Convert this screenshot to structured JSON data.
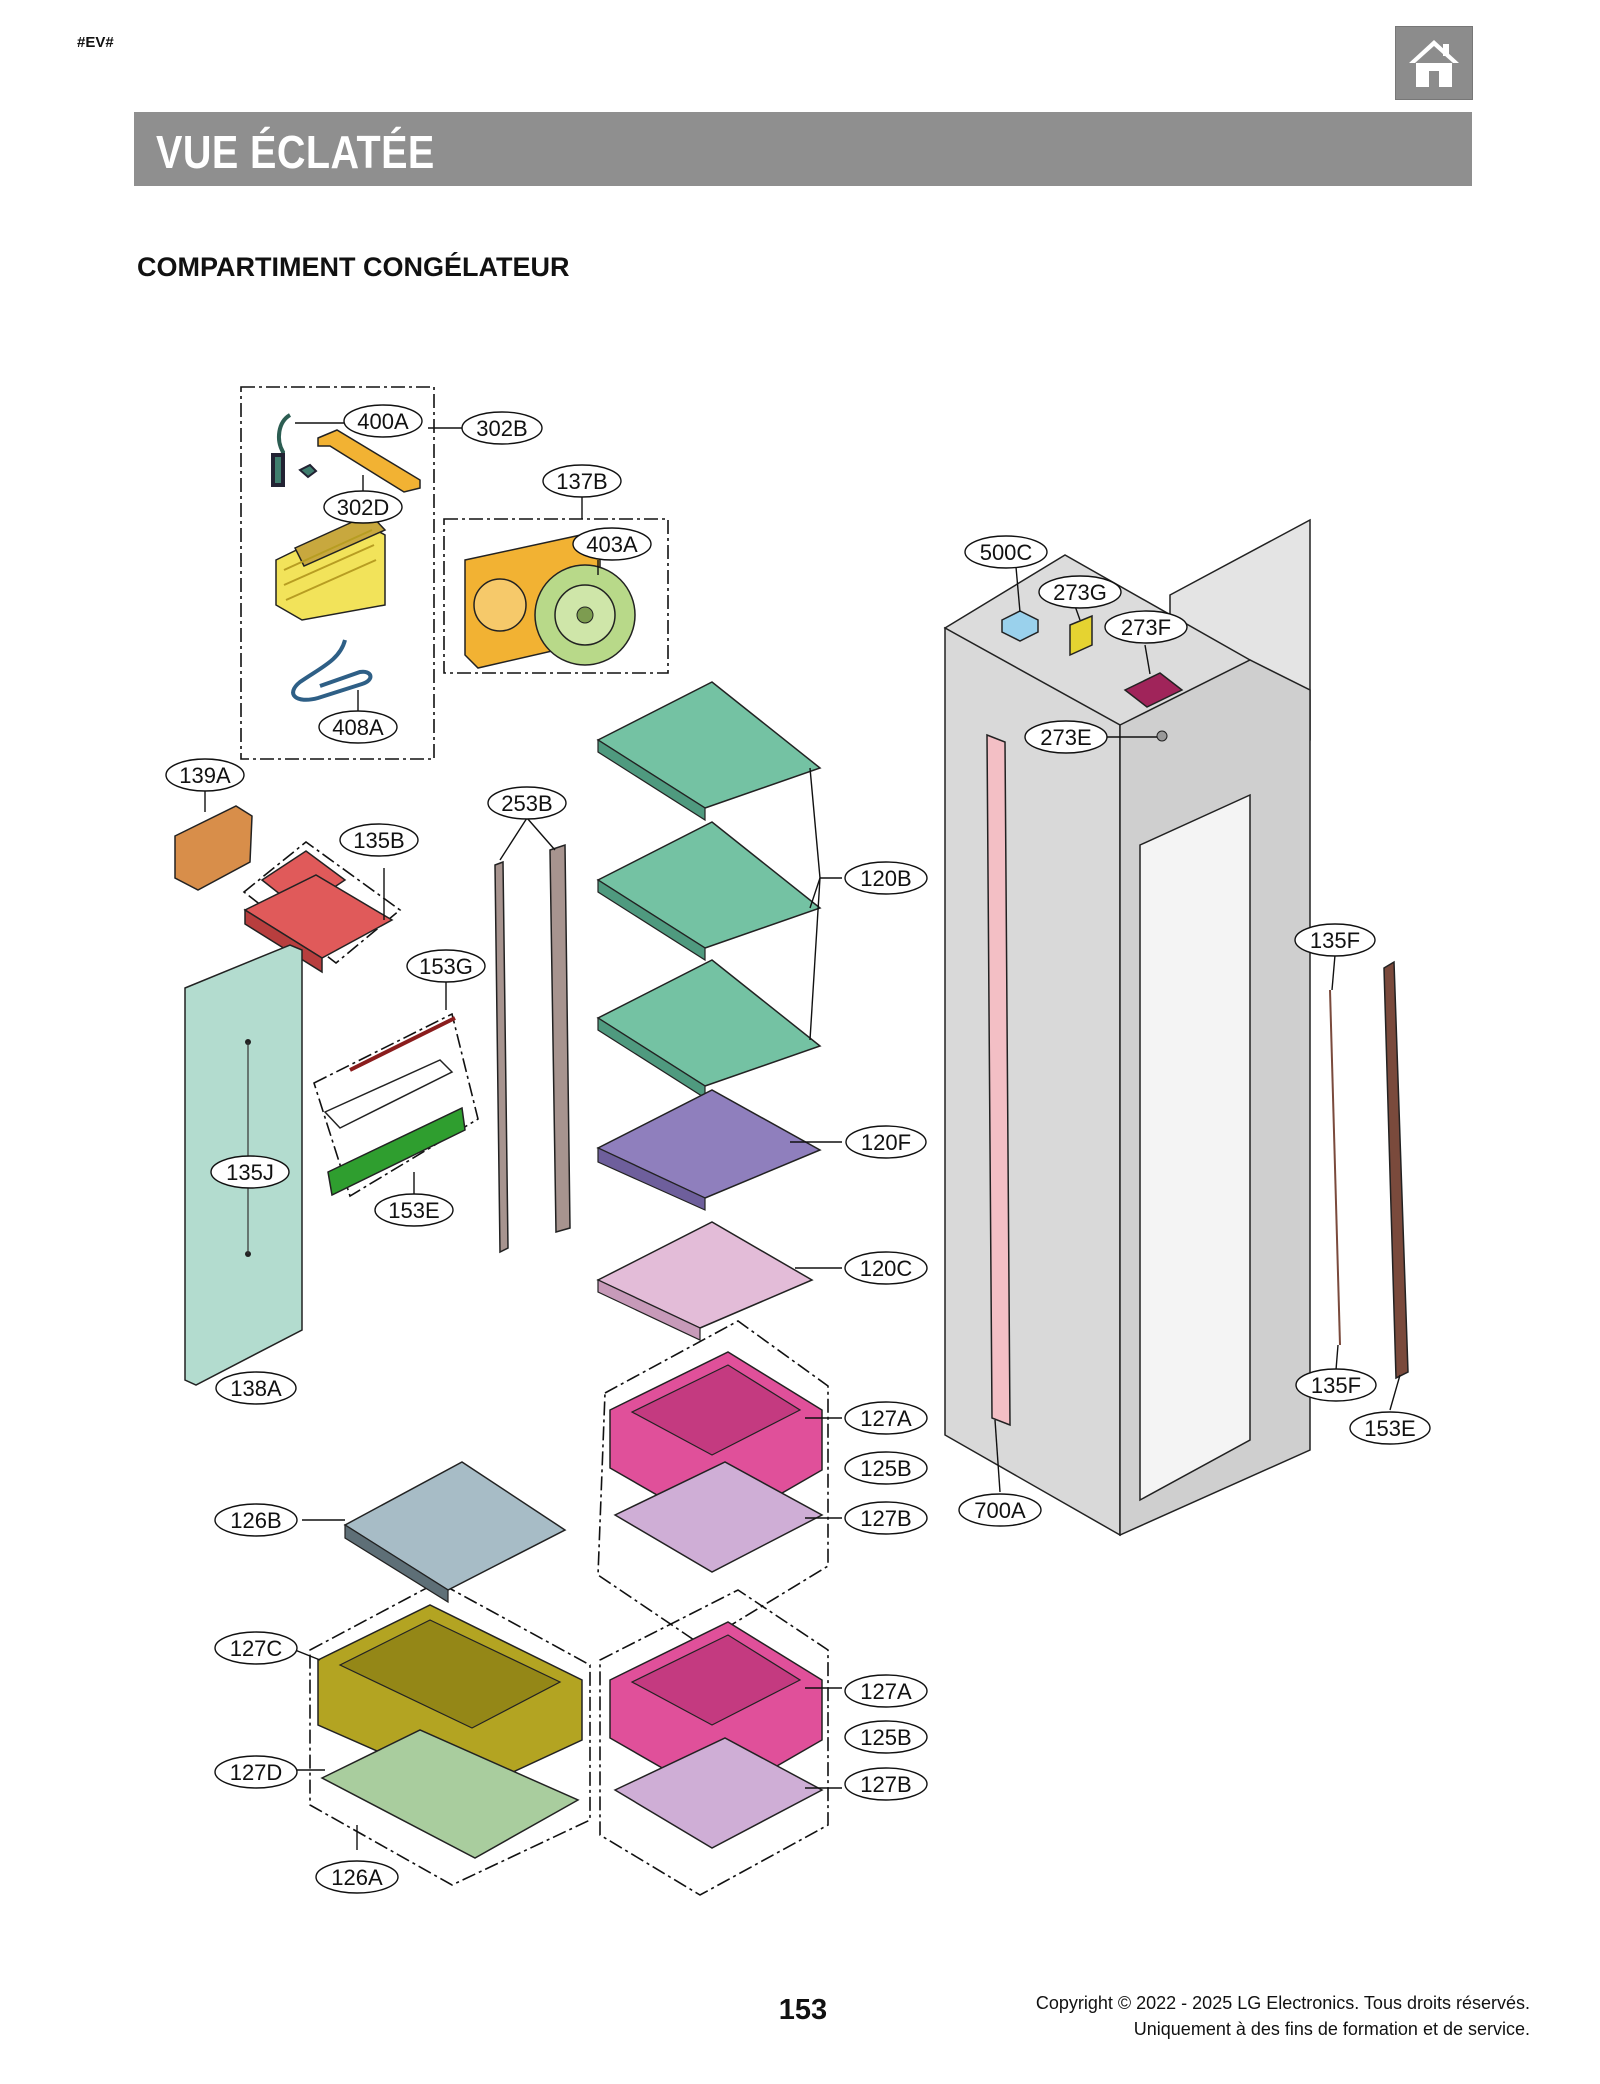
{
  "header": {
    "code": "#EV#",
    "banner_title": "VUE ÉCLATÉE",
    "home_icon": "home-icon"
  },
  "section": {
    "title": "COMPARTIMENT CONGÉLATEUR"
  },
  "callouts": {
    "c400A": "400A",
    "c302B": "302B",
    "c302D": "302D",
    "c137B": "137B",
    "c403A": "403A",
    "c408A": "408A",
    "c139A": "139A",
    "c135B": "135B",
    "c253B": "253B",
    "c153G": "153G",
    "c135J": "135J",
    "c153E_left": "153E",
    "c138A": "138A",
    "c120B": "120B",
    "c120F": "120F",
    "c120C": "120C",
    "c127A_top": "127A",
    "c125B_top": "125B",
    "c127B_top": "127B",
    "c126B": "126B",
    "c127C": "127C",
    "c127D": "127D",
    "c126A": "126A",
    "c127A_bottom": "127A",
    "c125B_bottom": "125B",
    "c127B_bottom": "127B",
    "c500C": "500C",
    "c273G": "273G",
    "c273F": "273F",
    "c273E": "273E",
    "c135F_top": "135F",
    "c135F_bottom": "135F",
    "c153E_right": "153E",
    "c700A": "700A"
  },
  "part_colors": {
    "duct_orange": "#f2b233",
    "fan_green": "#b8d989",
    "shelf_green": "#74c2a3",
    "shelf_purple": "#8f7fbd",
    "shelf_pink": "#e3bcd8",
    "bin_magenta": "#e0509a",
    "tray_lilac": "#cfaed6",
    "bin_olive": "#b3a422",
    "tray_sage": "#a9cd9e",
    "cover_blue": "#a7bcc6",
    "panel_mint": "#b3dccf",
    "rail_taupe": "#a7948f",
    "housing_red": "#e05a5a",
    "cabinet_gray": "#d9d9d9",
    "strip_pink": "#f3bfc5",
    "gasket_brown": "#7a4a3c",
    "bracket_magenta": "#a0245a",
    "sensor_yellow": "#e5d331",
    "hinge_blue": "#9ad1ec",
    "light_green": "#2f9e2f",
    "cover_orange": "#d88e4a"
  },
  "footer": {
    "page_number": "153",
    "copyright_line1": "Copyright © 2022 - 2025 LG Electronics. Tous droits réservés.",
    "copyright_line2": "Uniquement à des fins de formation et de service."
  }
}
